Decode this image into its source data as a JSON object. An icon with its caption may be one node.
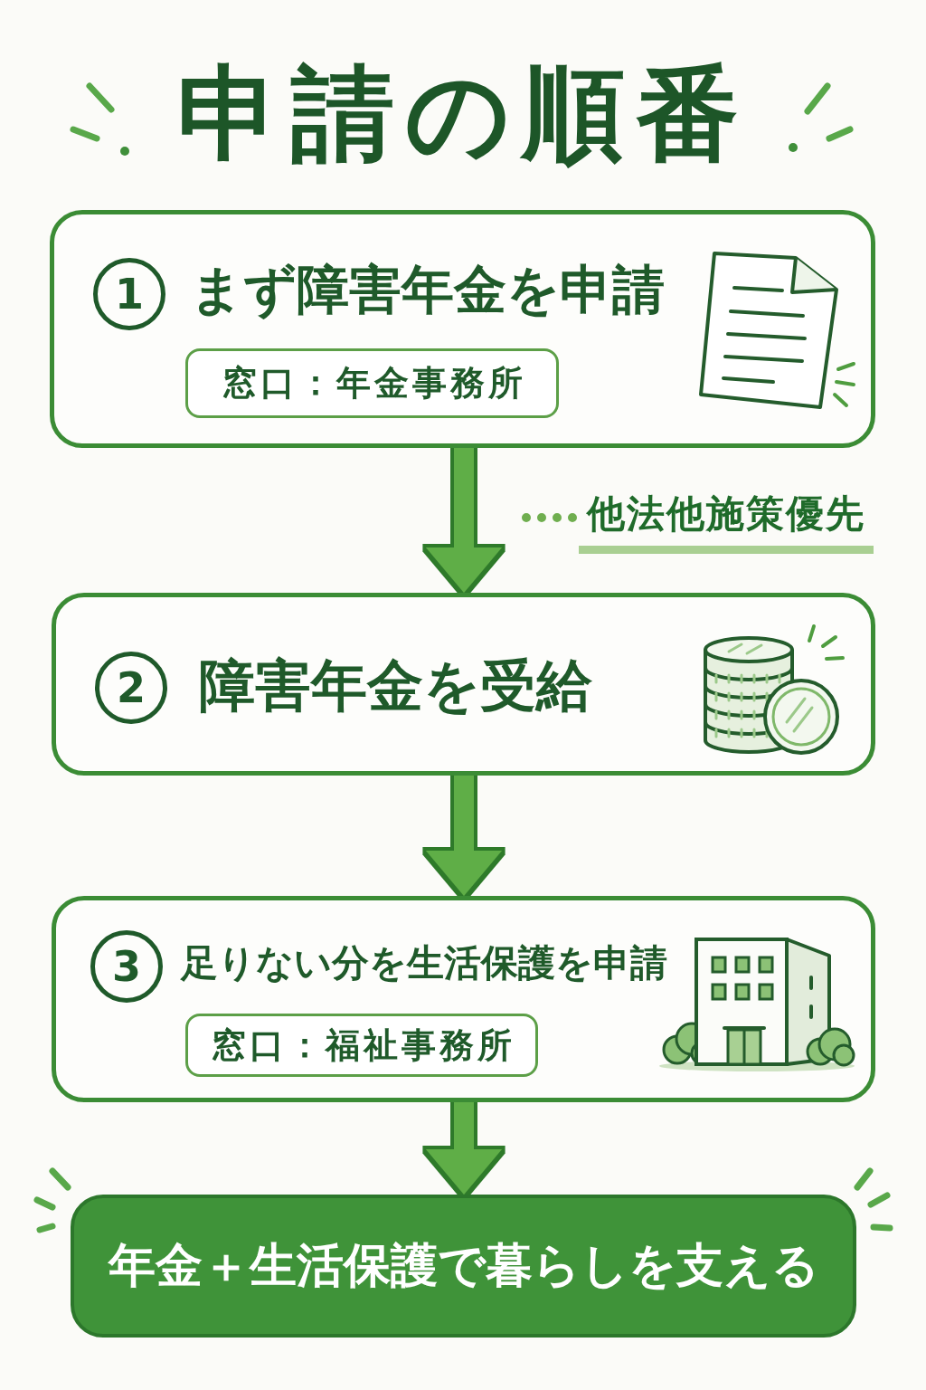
{
  "diagram": {
    "title": "申請の順番",
    "nodes": [
      {
        "text": [
          "1",
          "まず障害年金を申請"
        ]
      },
      {
        "text": [
          "窓口：年金事務所"
        ],
        "in": 0
      },
      {
        "text": [
          "他法他施策優先"
        ]
      },
      {
        "text": [
          "2",
          "障害年金を受給"
        ]
      },
      {
        "text": [
          "3",
          "足りない分を生活保護を申請"
        ]
      },
      {
        "text": [
          "窓口：福祉事務所"
        ],
        "in": 4
      },
      {
        "text": [
          "年金＋生活保護で暮らしを支える"
        ]
      }
    ],
    "edges": [
      {
        "from": 0,
        "to": 3,
        "arrow": "to"
      },
      {
        "from": 3,
        "to": 4,
        "arrow": "to"
      },
      {
        "from": 4,
        "to": 6,
        "arrow": "to"
      },
      {
        "from": 2,
        "to": null,
        "arrow": "none",
        "style": "dashed"
      }
    ]
  }
}
